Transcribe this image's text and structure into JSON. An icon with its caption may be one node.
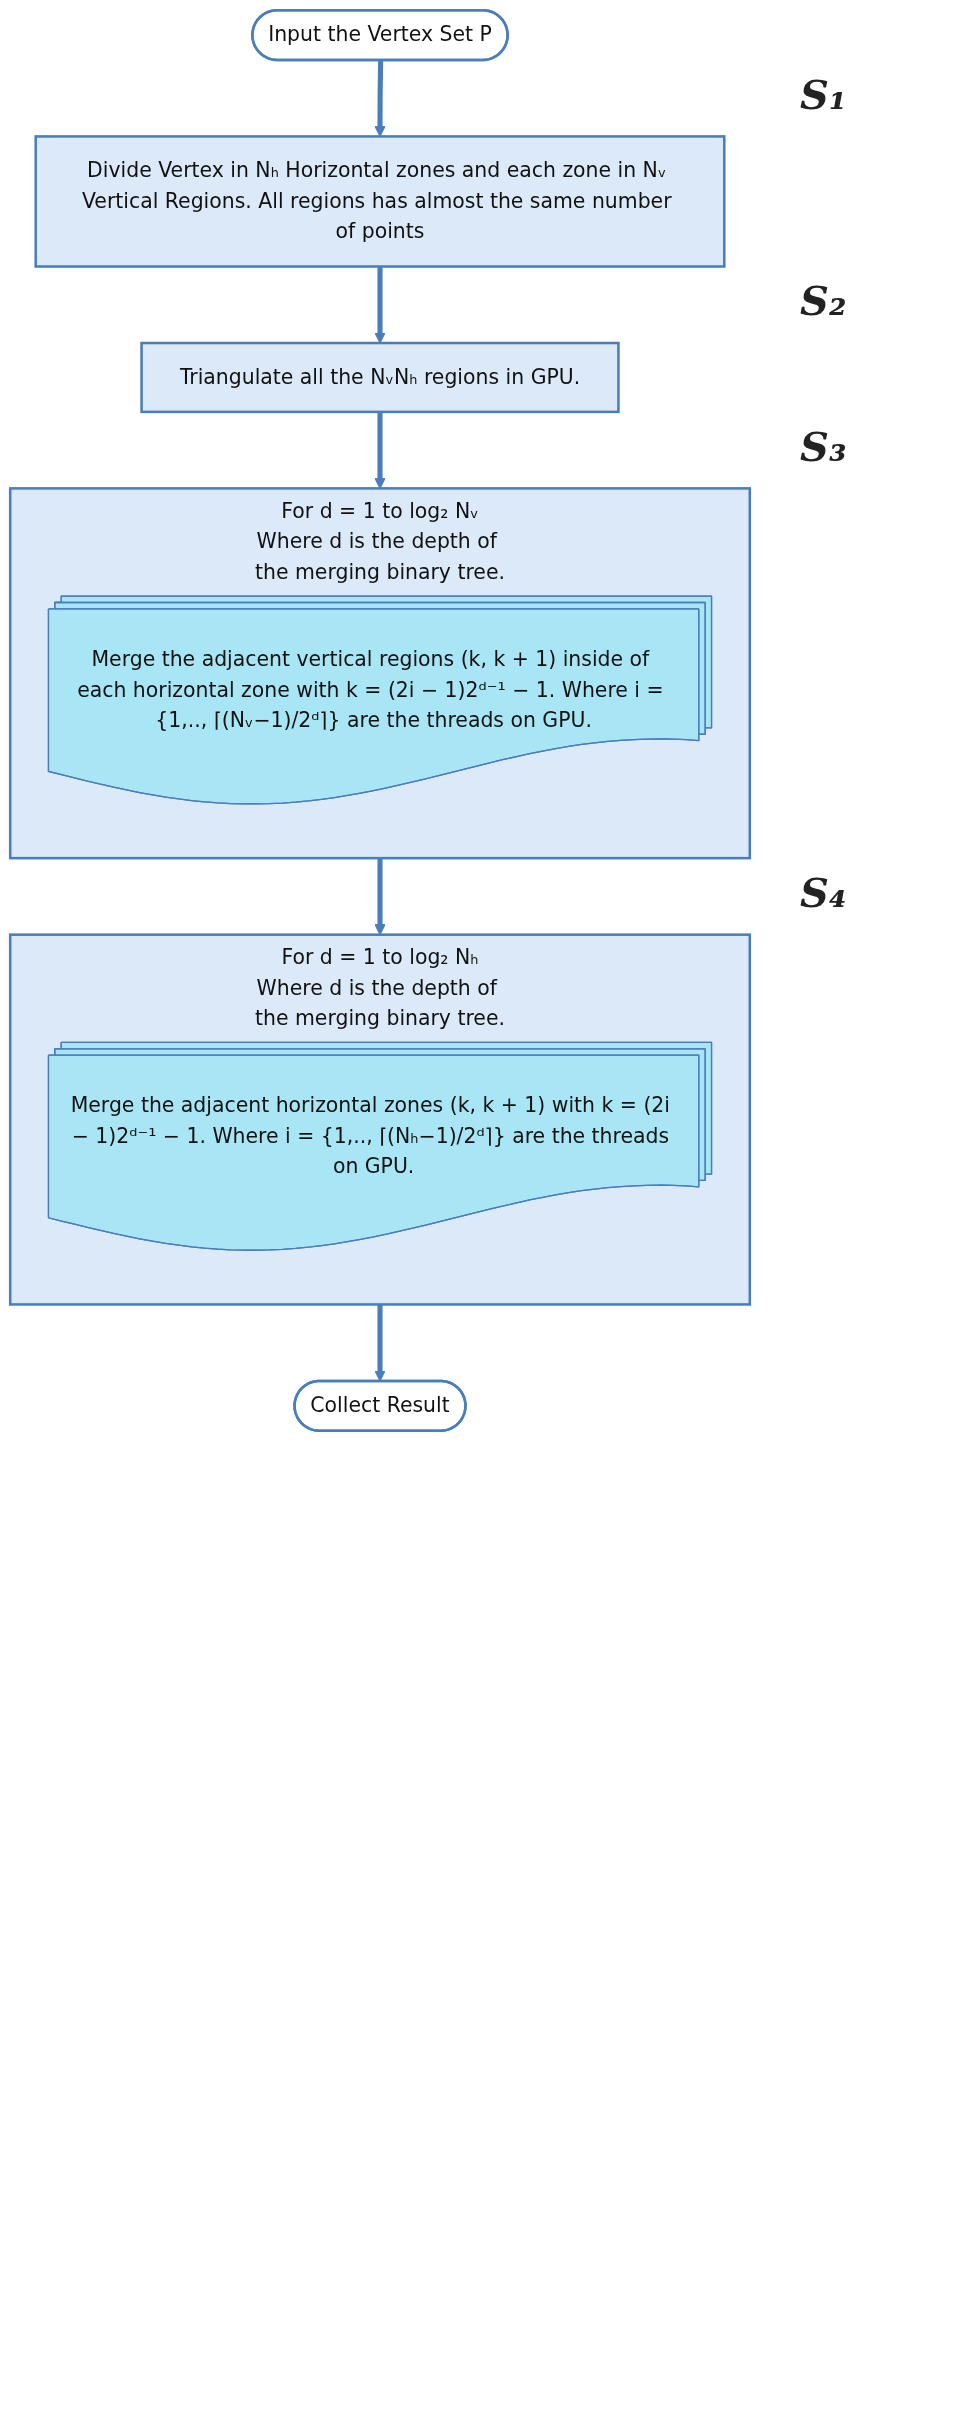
{
  "diagram": {
    "nodes": [
      {
        "text": [
          "Input the Vertex Set P"
        ]
      },
      {
        "text": [
          "Divide Vertex in Nₕ Horizontal zones and each zone in Nᵥ Vertical Regions. All regions has almost the same number of points"
        ]
      },
      {
        "text": [
          "Triangulate all the NᵥNₕ regions in GPU."
        ]
      },
      {
        "text": [
          "For d = 1 to log₂ Nᵥ",
          "Where d is the depth of the merging binary tree."
        ]
      },
      {
        "text": [
          "Merge the adjacent vertical regions (k, k + 1) inside of each horizontal zone with k = (2i − 1)2ᵈ⁻¹ − 1. Where i = {1,.., ⌈(Nᵥ−1)/2ᵈ⌉} are the threads on GPU."
        ],
        "in": 3
      },
      {
        "text": [
          "For d = 1 to log₂ Nₕ",
          "Where d is the depth of the merging binary tree."
        ]
      },
      {
        "text": [
          "Merge the adjacent horizontal zones (k, k + 1) with k = (2i − 1)2ᵈ⁻¹ − 1. Where i = {1,.., ⌈(Nₕ−1)/2ᵈ⌉} are the threads on GPU."
        ],
        "in": 5
      },
      {
        "text": [
          "Collect Result"
        ]
      }
    ],
    "edges": [
      {
        "from": 0,
        "to": 1,
        "arrow": "to"
      },
      {
        "from": 1,
        "to": 2,
        "arrow": "to"
      },
      {
        "from": 2,
        "to": 3,
        "arrow": "to"
      },
      {
        "from": 3,
        "to": 5,
        "arrow": "to"
      },
      {
        "from": 5,
        "to": 7,
        "arrow": "to"
      }
    ],
    "labels": [
      "S₁",
      "S₂",
      "S₃",
      "S₄"
    ]
  }
}
